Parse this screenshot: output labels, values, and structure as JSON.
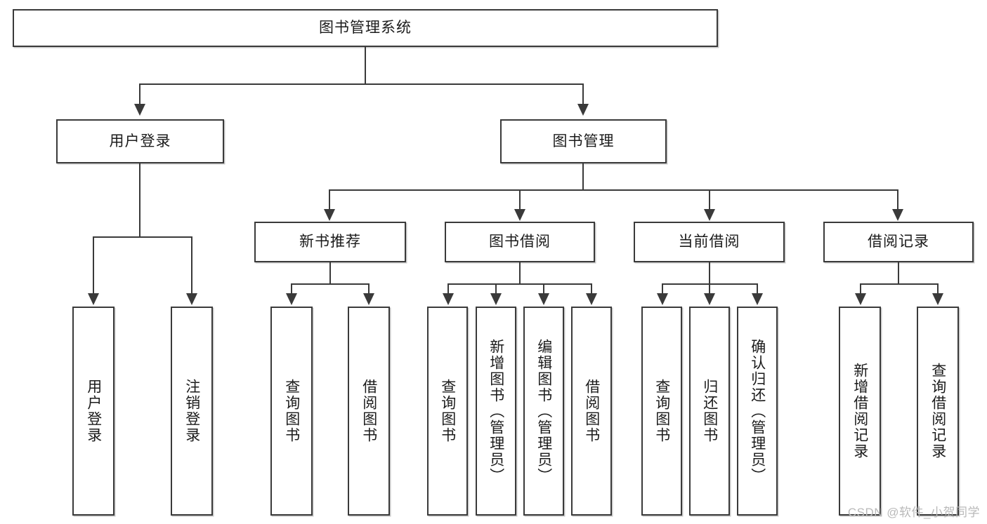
{
  "diagram": {
    "title": "图书管理系统",
    "type": "功能结构图",
    "root": {
      "label": "图书管理系统",
      "children": [
        {
          "label": "用户登录",
          "children": [
            {
              "label": "用户登录"
            },
            {
              "label": "注销登录"
            }
          ]
        },
        {
          "label": "图书管理",
          "children": [
            {
              "label": "新书推荐",
              "children": [
                {
                  "label": "查询图书"
                },
                {
                  "label": "借阅图书"
                }
              ]
            },
            {
              "label": "图书借阅",
              "children": [
                {
                  "label": "查询图书"
                },
                {
                  "label": "新增图书（管理员）"
                },
                {
                  "label": "编辑图书（管理员）"
                },
                {
                  "label": "借阅图书"
                }
              ]
            },
            {
              "label": "当前借阅",
              "children": [
                {
                  "label": "查询图书"
                },
                {
                  "label": "归还图书"
                },
                {
                  "label": "确认归还（管理员）"
                }
              ]
            },
            {
              "label": "借阅记录",
              "children": [
                {
                  "label": "新增借阅记录"
                },
                {
                  "label": "查询借阅记录"
                }
              ]
            }
          ]
        }
      ]
    }
  },
  "nodes": {
    "root": "图书管理系统",
    "l1_user_login": "用户登录",
    "l1_book_mgmt": "图书管理",
    "l2_new_book": "新书推荐",
    "l2_borrow": "图书借阅",
    "l2_current": "当前借阅",
    "l2_record": "借阅记录",
    "leaf_user_login": "用户登录",
    "leaf_logout": "注销登录",
    "leaf_nb_query": "查询图书",
    "leaf_nb_borrow": "借阅图书",
    "leaf_bw_query": "查询图书",
    "leaf_bw_add": "新增图书（管理员）",
    "leaf_bw_edit": "编辑图书（管理员）",
    "leaf_bw_borrow": "借阅图书",
    "leaf_cb_query": "查询图书",
    "leaf_cb_return": "归还图书",
    "leaf_cb_confirm": "确认归还（管理员）",
    "leaf_rc_add": "新增借阅记录",
    "leaf_rc_query": "查询借阅记录"
  },
  "watermark": {
    "text": "CSDN @软件_小贺同学"
  },
  "colors": {
    "stroke": "#3a3a3a",
    "text": "#1b1b1b",
    "background": "#ffffff",
    "shadow": "#c9c9c9",
    "watermark": "#b9b9b9"
  }
}
